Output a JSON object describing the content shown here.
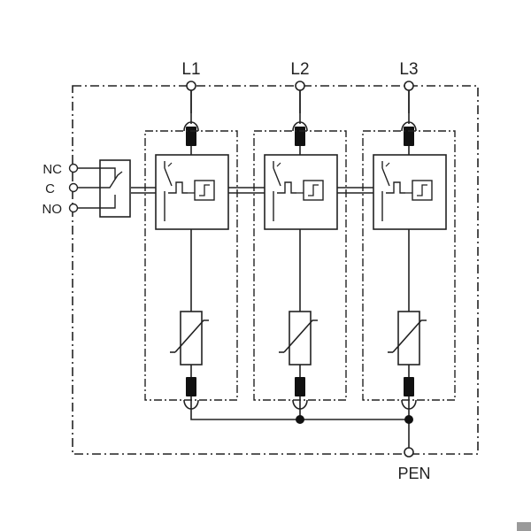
{
  "terminals": {
    "l1": "L1",
    "l2": "L2",
    "l3": "L3",
    "pen": "PEN"
  },
  "contacts": {
    "nc": "NC",
    "c": "C",
    "no": "NO"
  },
  "colors": {
    "line": "#222222",
    "background": "#ffffff"
  }
}
